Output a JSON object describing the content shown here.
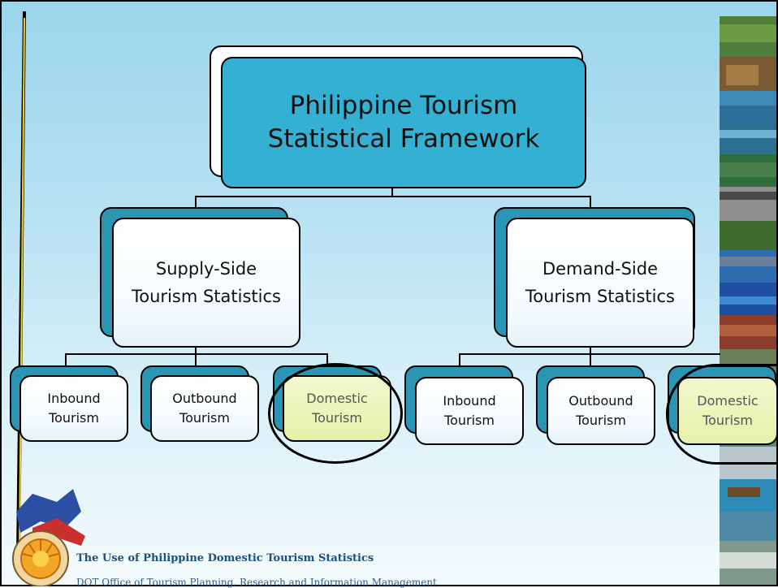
{
  "diagram": {
    "root": {
      "label": "Philippine Tourism\nStatistical Framework"
    },
    "branches": [
      {
        "label": "Supply-Side\nTourism Statistics",
        "leaves": [
          {
            "label": "Inbound\nTourism",
            "highlighted": false
          },
          {
            "label": "Outbound\nTourism",
            "highlighted": false
          },
          {
            "label": "Domestic\nTourism",
            "highlighted": true
          }
        ]
      },
      {
        "label": "Demand-Side\nTourism Statistics",
        "leaves": [
          {
            "label": "Inbound\nTourism",
            "highlighted": false
          },
          {
            "label": "Outbound\nTourism",
            "highlighted": false
          },
          {
            "label": "Domestic\nTourism",
            "highlighted": true
          }
        ]
      }
    ]
  },
  "footer": {
    "title": "The Use of Philippine Domestic Tourism Statistics",
    "subtitle": "DOT Office of Tourism Planning, Research and Information Management"
  },
  "colors": {
    "root_fill": "#34b0d2",
    "branch_shadow": "#2a96b3",
    "highlight_fill": "#e8f1b0",
    "footer_text": "#1f4f7a"
  }
}
